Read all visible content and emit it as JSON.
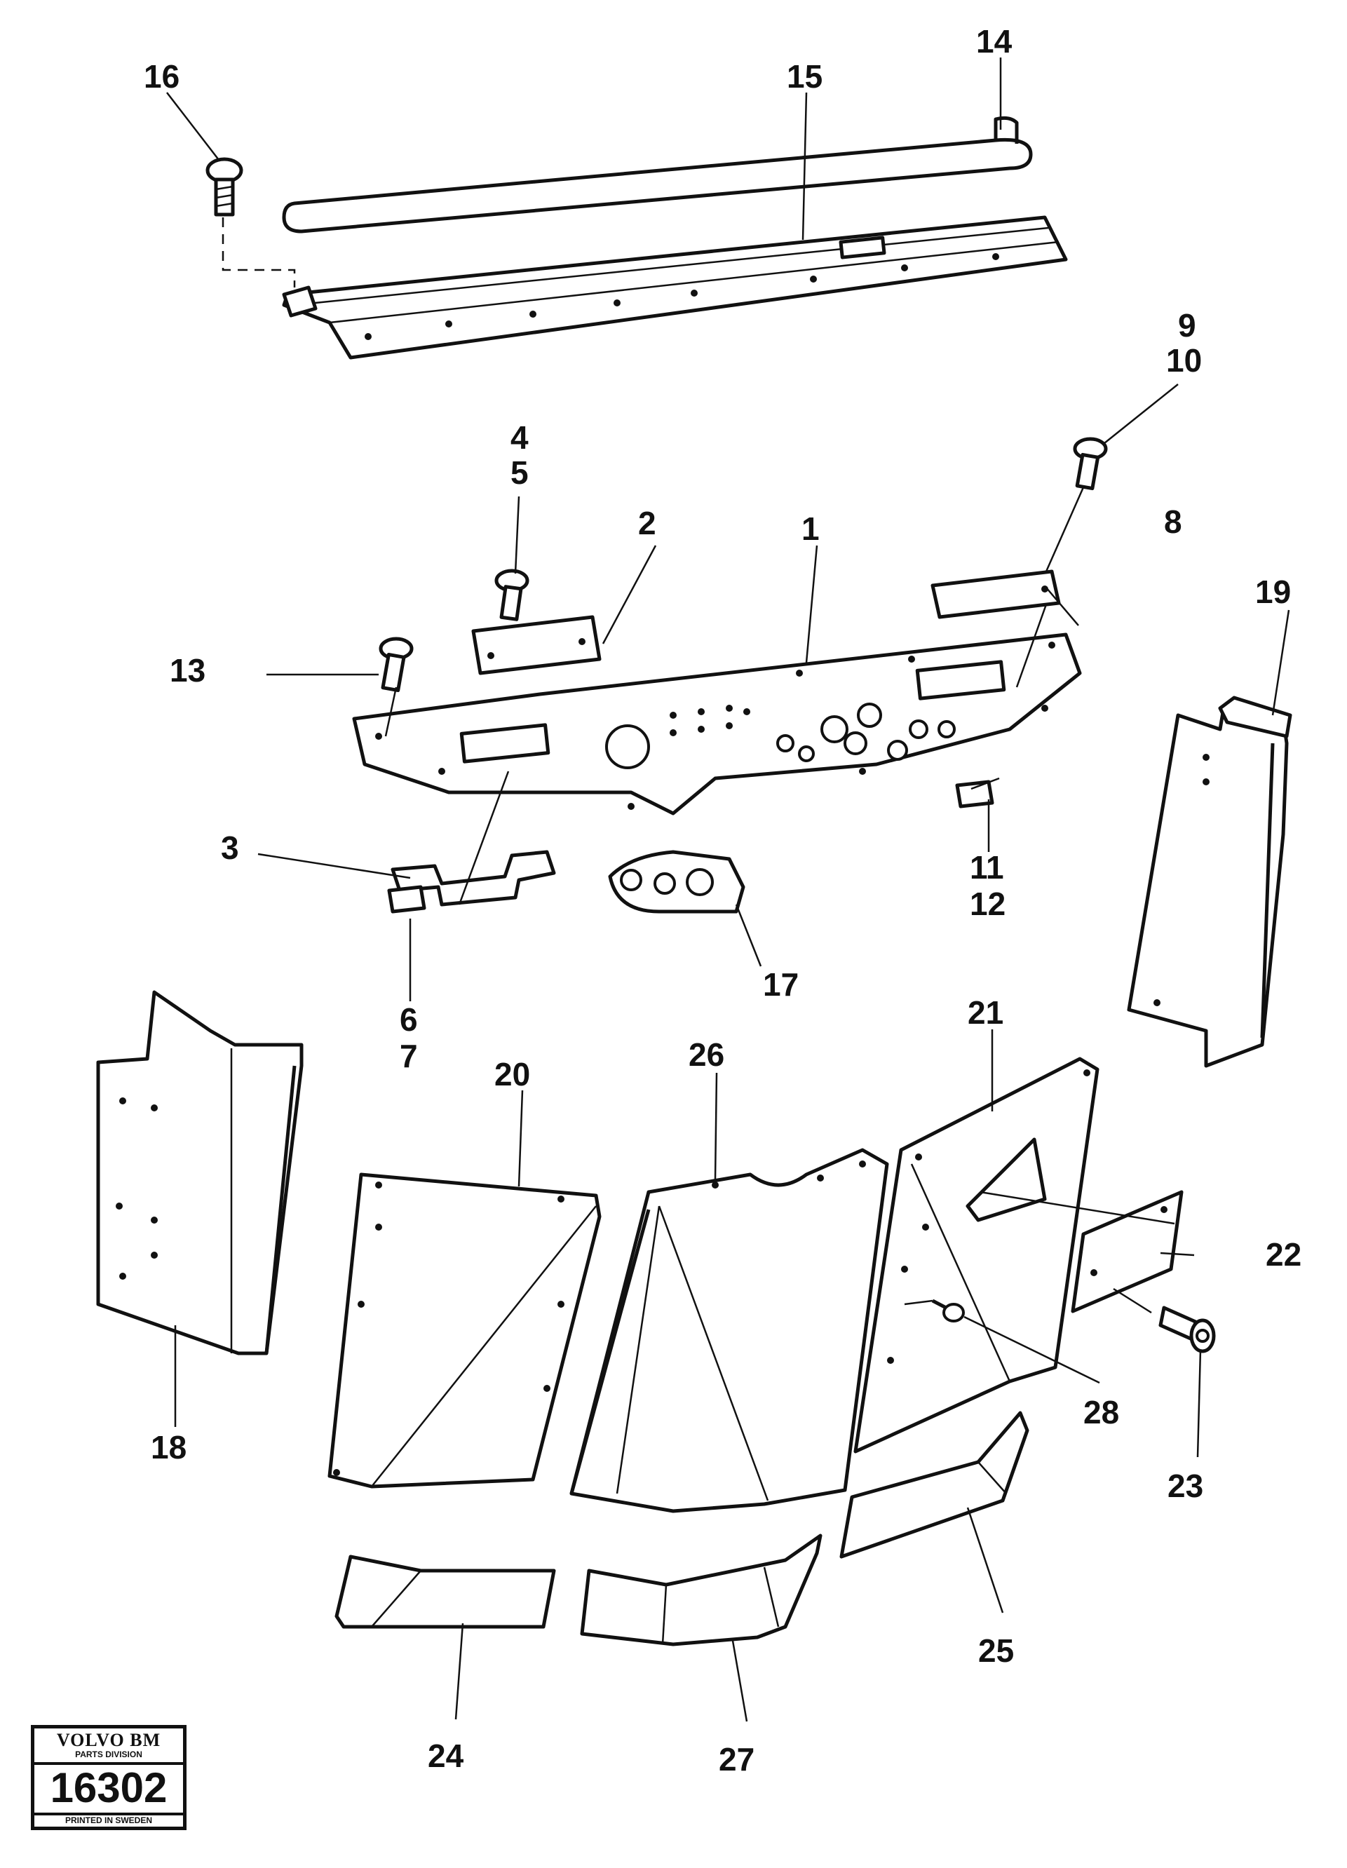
{
  "callouts": [
    {
      "id": "c16",
      "label": "16"
    },
    {
      "id": "c15",
      "label": "15"
    },
    {
      "id": "c14",
      "label": "14"
    },
    {
      "id": "c9",
      "label": "9"
    },
    {
      "id": "c10",
      "label": "10"
    },
    {
      "id": "c4",
      "label": "4"
    },
    {
      "id": "c5",
      "label": "5"
    },
    {
      "id": "c2",
      "label": "2"
    },
    {
      "id": "c1",
      "label": "1"
    },
    {
      "id": "c8",
      "label": "8"
    },
    {
      "id": "c19",
      "label": "19"
    },
    {
      "id": "c13",
      "label": "13"
    },
    {
      "id": "c3",
      "label": "3"
    },
    {
      "id": "c11",
      "label": "11"
    },
    {
      "id": "c12",
      "label": "12"
    },
    {
      "id": "c17",
      "label": "17"
    },
    {
      "id": "c6",
      "label": "6"
    },
    {
      "id": "c7",
      "label": "7"
    },
    {
      "id": "c21",
      "label": "21"
    },
    {
      "id": "c20",
      "label": "20"
    },
    {
      "id": "c26",
      "label": "26"
    },
    {
      "id": "c22",
      "label": "22"
    },
    {
      "id": "c28",
      "label": "28"
    },
    {
      "id": "c18",
      "label": "18"
    },
    {
      "id": "c23",
      "label": "23"
    },
    {
      "id": "c25",
      "label": "25"
    },
    {
      "id": "c24",
      "label": "24"
    },
    {
      "id": "c27",
      "label": "27"
    }
  ],
  "logo": {
    "brand": "VOLVO BM",
    "division": "PARTS DIVISION",
    "number": "16302",
    "printed": "PRINTED IN SWEDEN"
  }
}
